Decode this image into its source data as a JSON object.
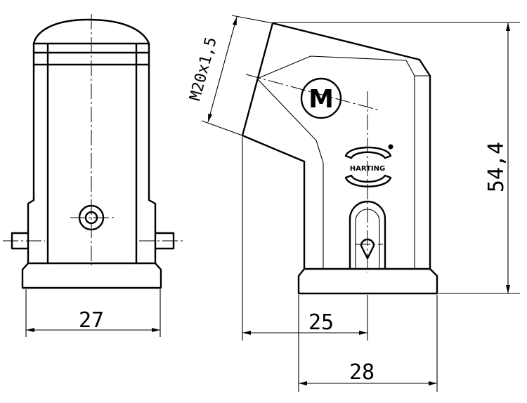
{
  "drawing": {
    "colors": {
      "line": "#000000",
      "background": "#ffffff"
    },
    "front_view": {
      "width_dimension": "27"
    },
    "side_view": {
      "thread_label": "M20x1,5",
      "height_dimension": "54,4",
      "base_dimension_inner": "25",
      "base_dimension_outer": "28",
      "brand_label": "HARTING",
      "logo_letter": "M"
    }
  }
}
